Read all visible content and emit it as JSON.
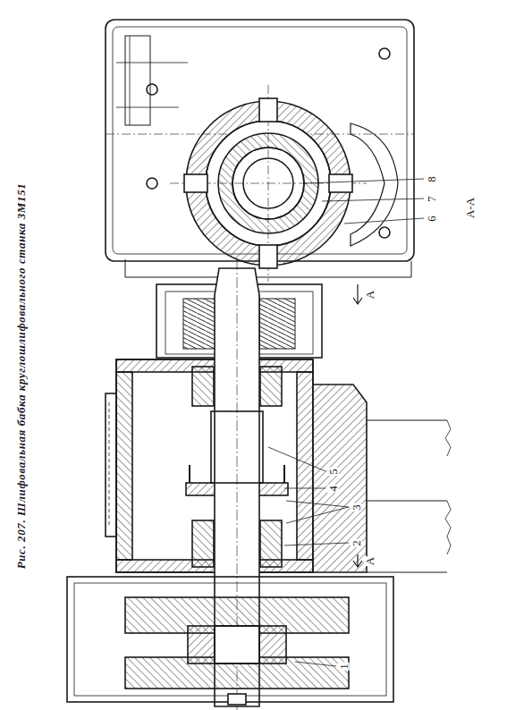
{
  "diagram": {
    "caption": "Рис. 207. Шлифовальная бабка круглошлифовального станка 3М151",
    "labels": [
      "5",
      "4",
      "3",
      "2",
      "1",
      "8",
      "7",
      "6",
      "А-А",
      "А",
      "А"
    ]
  }
}
